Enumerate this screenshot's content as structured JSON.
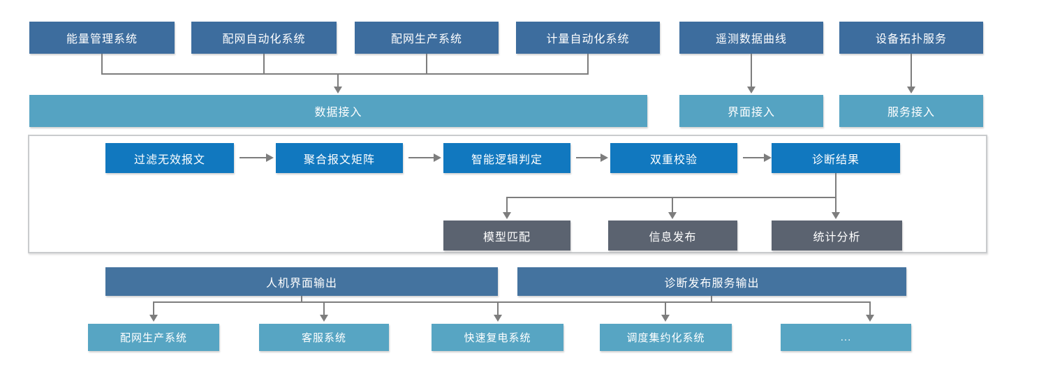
{
  "diagram": {
    "title": "fault-diagnosis-architecture",
    "sources": [
      {
        "label": "能量管理系统"
      },
      {
        "label": "配网自动化系统"
      },
      {
        "label": "配网生产系统"
      },
      {
        "label": "计量自动化系统"
      },
      {
        "label": "遥测数据曲线"
      },
      {
        "label": "设备拓扑服务"
      }
    ],
    "access": [
      {
        "label": "数据接入"
      },
      {
        "label": "界面接入"
      },
      {
        "label": "服务接入"
      }
    ],
    "pipeline": [
      {
        "label": "过滤无效报文"
      },
      {
        "label": "聚合报文矩阵"
      },
      {
        "label": "智能逻辑判定"
      },
      {
        "label": "双重校验"
      },
      {
        "label": "诊断结果"
      }
    ],
    "results": [
      {
        "label": "模型匹配"
      },
      {
        "label": "信息发布"
      },
      {
        "label": "统计分析"
      }
    ],
    "outputs": [
      {
        "label": "人机界面输出"
      },
      {
        "label": "诊断发布服务输出"
      }
    ],
    "consumers": [
      {
        "label": "配网生产系统"
      },
      {
        "label": "客服系统"
      },
      {
        "label": "快速复电系统"
      },
      {
        "label": "调度集约化系统"
      },
      {
        "label": "..."
      }
    ],
    "colors": {
      "source_box": "#3d6d9e",
      "access_box": "#55a3c2",
      "pipeline_box": "#1178bf",
      "result_box": "#5b6370",
      "output_box": "#44739f",
      "consumer_box": "#57a5c3",
      "connector": "#7d7d7d"
    }
  }
}
